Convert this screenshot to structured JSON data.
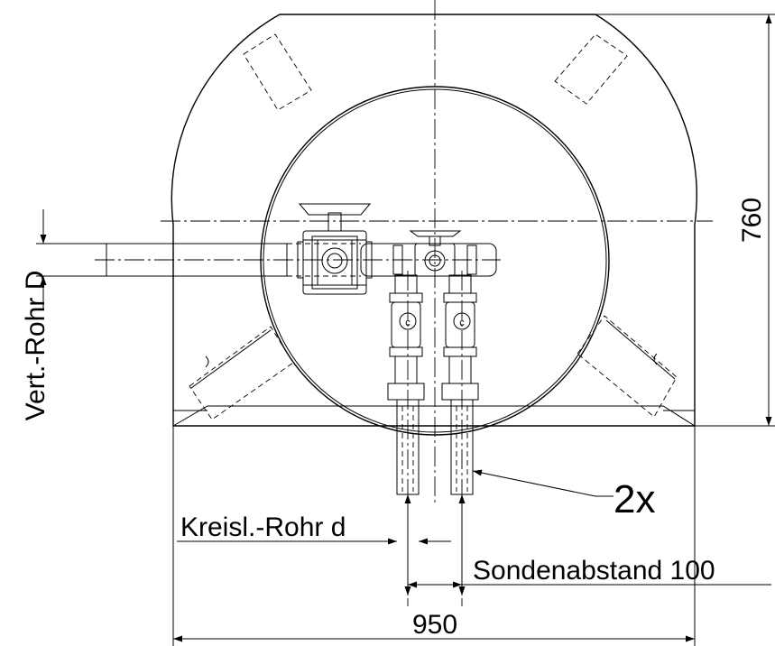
{
  "dimensions": {
    "height_value": "760",
    "width_value": "950",
    "vertical_pipe_label": "Vert.-Rohr D",
    "circuit_pipe_label": "Kreisl.-Rohr d",
    "probe_spacing_label": "Sondenabstand 100",
    "quantity_label": "2x"
  }
}
